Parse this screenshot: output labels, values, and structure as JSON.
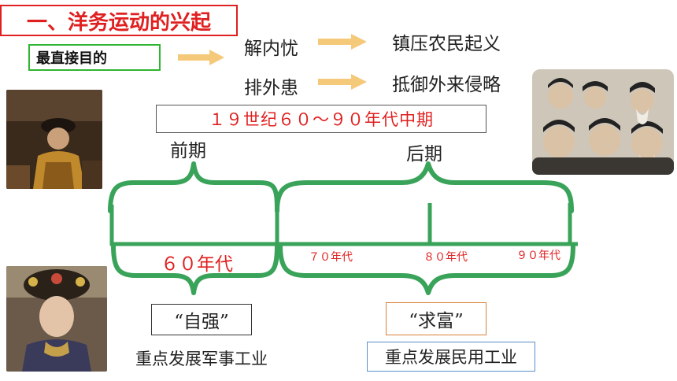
{
  "title": "一、洋务运动的兴起",
  "goal_label": "最直接目的",
  "goals": [
    {
      "aim": "解内忧",
      "action": "镇压农民起义"
    },
    {
      "aim": "排外患",
      "action": "抵御外来侵略"
    }
  ],
  "period_text": "１９世纪６０～９０年代中期",
  "phases": {
    "early": "前期",
    "late": "后期"
  },
  "decades": [
    "６０年代",
    "７０年代",
    "８０年代",
    "９０年代"
  ],
  "slogans": {
    "early": "“自强”",
    "late": "“求富”"
  },
  "focus": {
    "early": "重点发展军事工业",
    "late": "重点发展民用工业"
  },
  "colors": {
    "title": "#e02020",
    "goal_border": "#2fb52f",
    "brace": "#3aa35a",
    "arrow": "#f5c97a",
    "decade": "#e02020"
  },
  "photos": {
    "left_top": "emperor-portrait",
    "left_bottom": "empress-dowager-portrait",
    "right_top": "officials-group-portrait"
  }
}
